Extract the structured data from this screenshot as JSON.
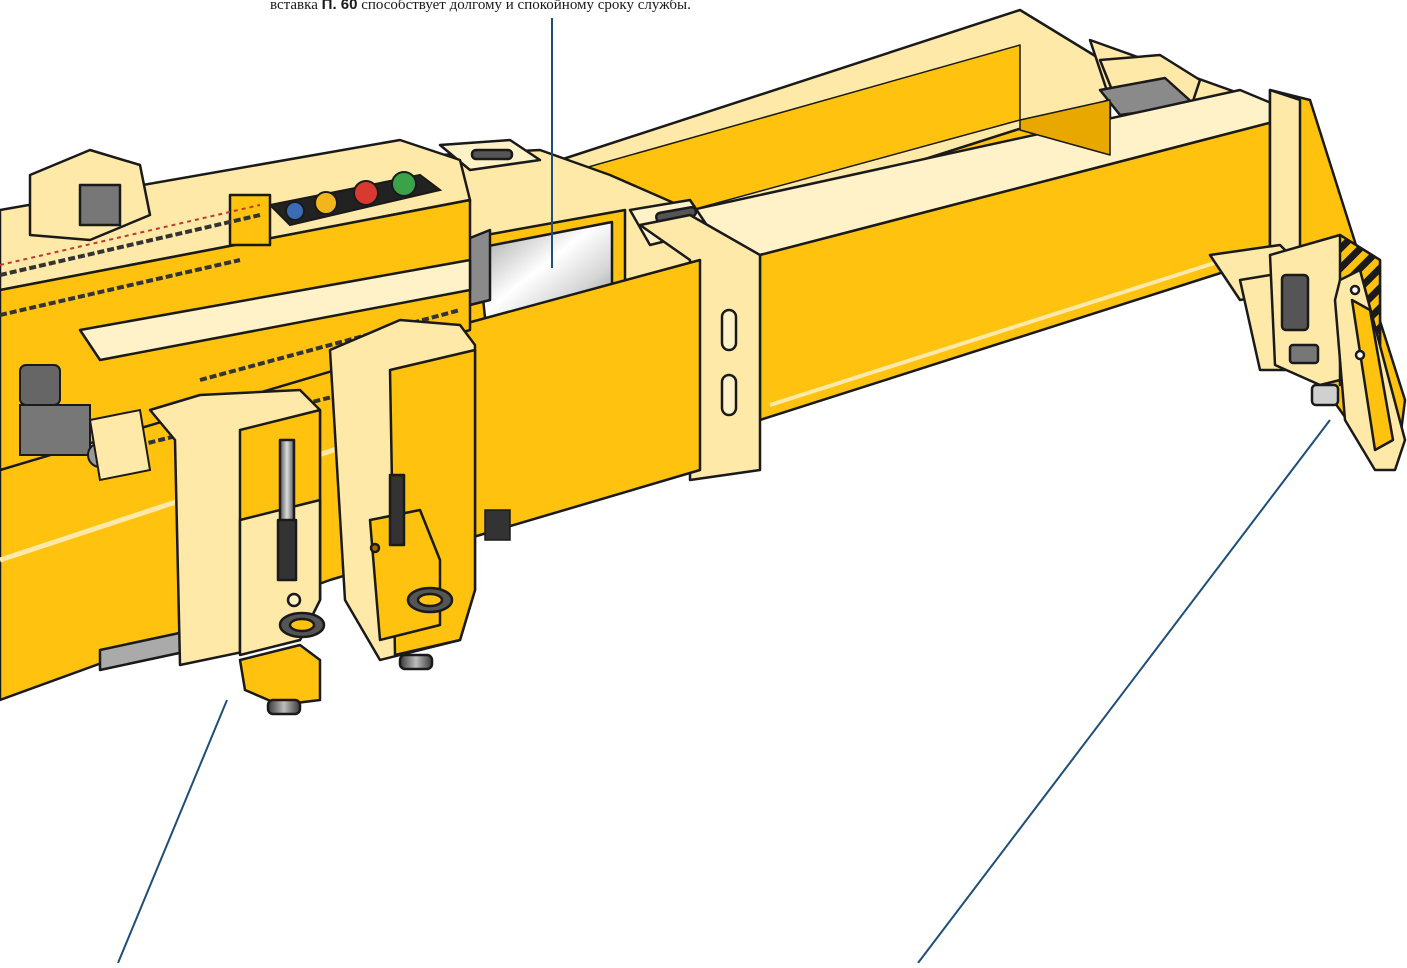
{
  "caption": {
    "lead": "вставка",
    "code": "Π. 60",
    "rest": "способствует долгому и спокойному сроку службы."
  },
  "colors": {
    "yellow": "#FFC20E",
    "yellow_dark": "#E8A800",
    "cream": "#FFE9A8",
    "cream_light": "#FFF2C8",
    "leader": "#1F4E79",
    "outline": "#1a1a1a",
    "steel": "#8a8a8a"
  },
  "icons": [
    "leader-line",
    "indicator-light-blue",
    "indicator-light-yellow",
    "indicator-light-red",
    "indicator-light-green"
  ]
}
